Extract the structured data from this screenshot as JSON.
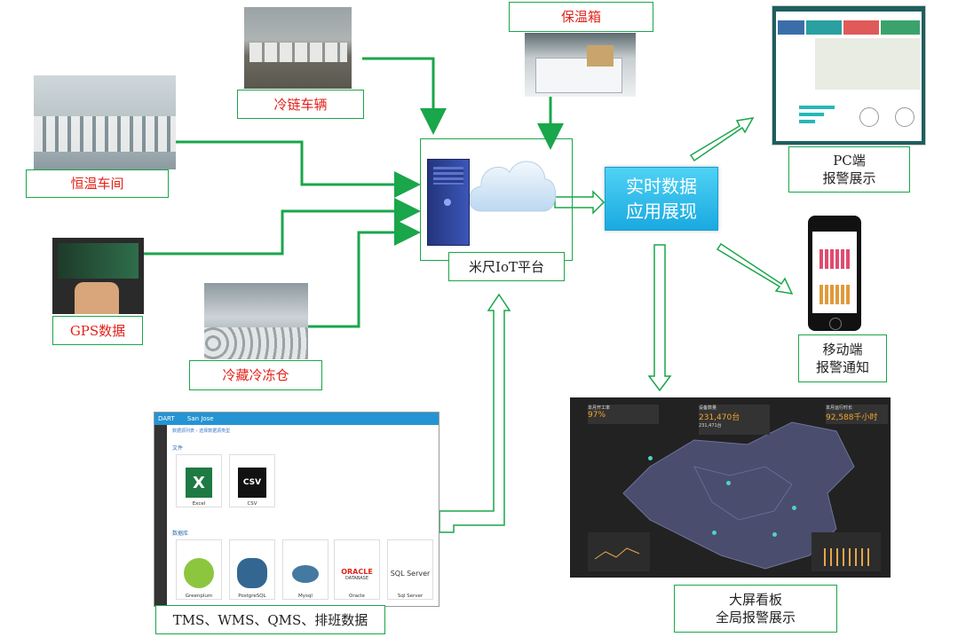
{
  "nodes": {
    "cold_chain_vehicles": "冷链车辆",
    "incubator": "保温箱",
    "constant_temp_workshop": "恒温车间",
    "gps_data": "GPS数据",
    "cold_storage": "冷藏冷冻仓",
    "iot_platform": "米尺IoT平台",
    "realtime_app": "实时数据\n应用展现",
    "pc_alarm": "PC端\n报警展示",
    "mobile_alarm": "移动端\n报警通知",
    "big_screen": "大屏看板\n全局报警展示",
    "data_sources": "TMS、WMS、QMS、排班数据"
  },
  "dart_screen": {
    "title": "DART",
    "user": "San Jose",
    "breadcrumb": "数据源列表 › 选择数据源类型",
    "section_files": "文件",
    "section_db": "数据库",
    "files": [
      "Excel",
      "CSV"
    ],
    "databases": [
      "Greenplum",
      "PostgreSQL",
      "Mysql",
      "Oracle",
      "Sql Server"
    ],
    "oracle_logo": "ORACLE",
    "oracle_sub": "DATABASE",
    "sql_logo": "SQL Server"
  },
  "big_screen_kpis": [
    {
      "label": "本月开工率",
      "value": "97%"
    },
    {
      "label": "设备数量",
      "value": "231,470台"
    },
    {
      "label": "本月运行时长",
      "value": "92,588千小时"
    }
  ],
  "big_screen_sub": "231,471台",
  "colors": {
    "arrow_green": "#1aa64a",
    "label_red": "#e2231a",
    "accent_blue": "#1aa9e0"
  }
}
